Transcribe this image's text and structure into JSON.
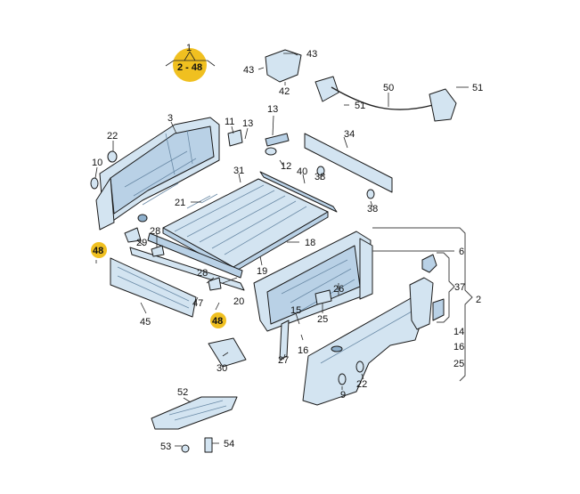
{
  "title_callout": {
    "number": "1",
    "range": "2 - 48"
  },
  "labels": [
    {
      "id": "p2",
      "text": "2"
    },
    {
      "id": "p3",
      "text": "3"
    },
    {
      "id": "p6",
      "text": "6"
    },
    {
      "id": "p9",
      "text": "9"
    },
    {
      "id": "p10",
      "text": "10"
    },
    {
      "id": "p11",
      "text": "11"
    },
    {
      "id": "p12",
      "text": "12"
    },
    {
      "id": "p13a",
      "text": "13"
    },
    {
      "id": "p13b",
      "text": "13"
    },
    {
      "id": "p14",
      "text": "14"
    },
    {
      "id": "p15",
      "text": "15"
    },
    {
      "id": "p16a",
      "text": "16"
    },
    {
      "id": "p16b",
      "text": "16"
    },
    {
      "id": "p18",
      "text": "18"
    },
    {
      "id": "p19",
      "text": "19"
    },
    {
      "id": "p20",
      "text": "20"
    },
    {
      "id": "p21",
      "text": "21"
    },
    {
      "id": "p22a",
      "text": "22"
    },
    {
      "id": "p22b",
      "text": "22"
    },
    {
      "id": "p25a",
      "text": "25"
    },
    {
      "id": "p25b",
      "text": "25"
    },
    {
      "id": "p26",
      "text": "26"
    },
    {
      "id": "p27",
      "text": "27"
    },
    {
      "id": "p28a",
      "text": "28"
    },
    {
      "id": "p28b",
      "text": "28"
    },
    {
      "id": "p29",
      "text": "29"
    },
    {
      "id": "p30",
      "text": "30"
    },
    {
      "id": "p31",
      "text": "31"
    },
    {
      "id": "p34",
      "text": "34"
    },
    {
      "id": "p37",
      "text": "37"
    },
    {
      "id": "p38a",
      "text": "38"
    },
    {
      "id": "p38b",
      "text": "38"
    },
    {
      "id": "p40",
      "text": "40"
    },
    {
      "id": "p42",
      "text": "42"
    },
    {
      "id": "p43a",
      "text": "43"
    },
    {
      "id": "p43b",
      "text": "43"
    },
    {
      "id": "p45",
      "text": "45"
    },
    {
      "id": "p47",
      "text": "47"
    },
    {
      "id": "p48a",
      "text": "48"
    },
    {
      "id": "p48b",
      "text": "48"
    },
    {
      "id": "p50",
      "text": "50"
    },
    {
      "id": "p51a",
      "text": "51"
    },
    {
      "id": "p51b",
      "text": "51"
    },
    {
      "id": "p52",
      "text": "52"
    },
    {
      "id": "p53",
      "text": "53"
    },
    {
      "id": "p54",
      "text": "54"
    }
  ],
  "colors": {
    "highlight": "#f0c020",
    "part_fill": "#d3e4f1",
    "part_shade": "#b9d1e6",
    "outline": "#1a1a1a"
  }
}
